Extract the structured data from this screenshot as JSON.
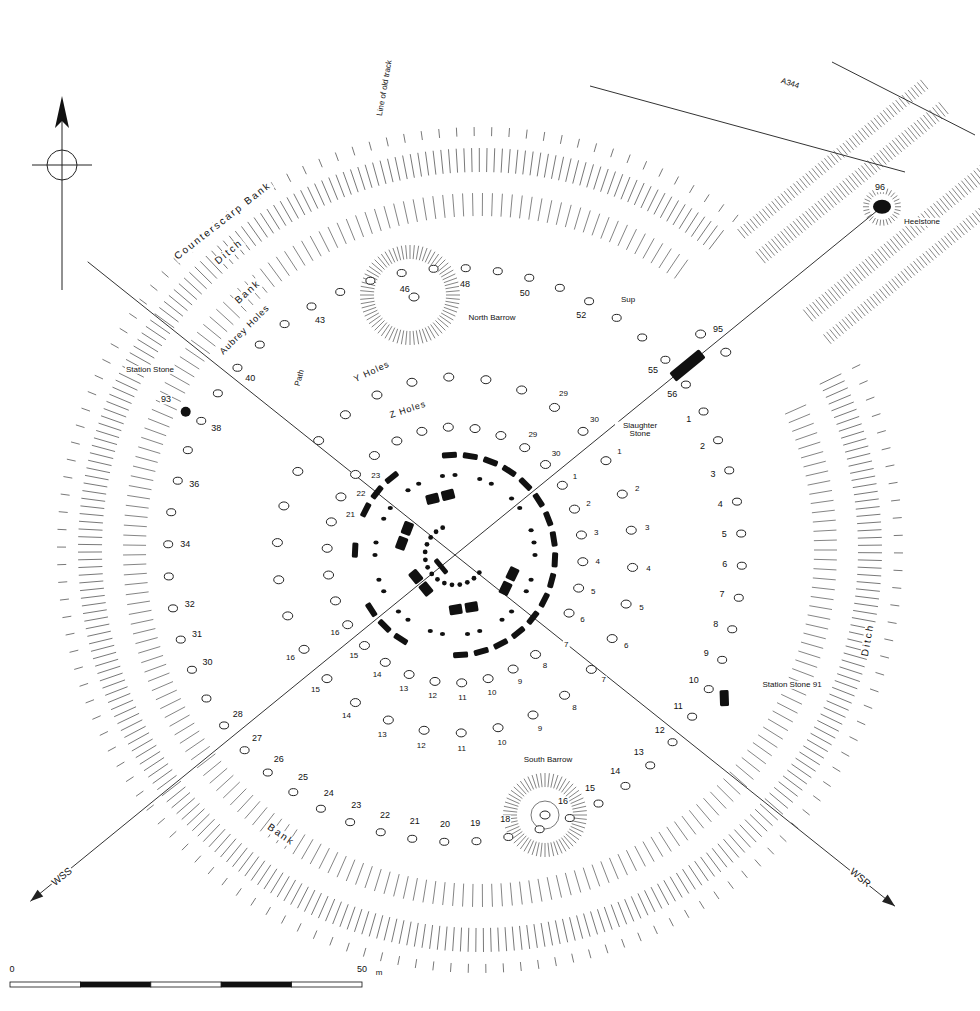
{
  "diagram": {
    "labels": [
      "A344",
      "96",
      "Heelstone",
      "Counterscarp Bank",
      "Ditch",
      "Bank",
      "Aubrey Holes",
      "Line of old track",
      "North Barrow",
      "Y Holes",
      "Z Holes",
      "Path",
      "Sup",
      "95",
      "Slaughter Stone",
      "93",
      "Station Stone",
      "Station Stone 91",
      "South Barrow",
      "WSS",
      "WSR",
      "Ditch",
      "Bank",
      "0",
      "50",
      "m",
      "1",
      "2",
      "3",
      "4",
      "5",
      "6",
      "7",
      "8",
      "9",
      "10",
      "11",
      "12",
      "13",
      "14",
      "15",
      "16",
      "18",
      "19",
      "20",
      "21",
      "22",
      "23",
      "24",
      "25",
      "26",
      "27",
      "28",
      "30",
      "31",
      "32",
      "34",
      "36",
      "38",
      "40",
      "43",
      "46",
      "48",
      "50",
      "52",
      "55",
      "56",
      "1",
      "2",
      "3",
      "4",
      "5",
      "6",
      "7",
      "8",
      "9",
      "10",
      "11",
      "12",
      "13",
      "14",
      "15",
      "16",
      "29",
      "30",
      "1",
      "2",
      "3",
      "4",
      "5",
      "6",
      "7",
      "8",
      "9",
      "10",
      "11",
      "12",
      "13",
      "14",
      "15",
      "16",
      "29",
      "30",
      "21",
      "22",
      "23"
    ]
  }
}
